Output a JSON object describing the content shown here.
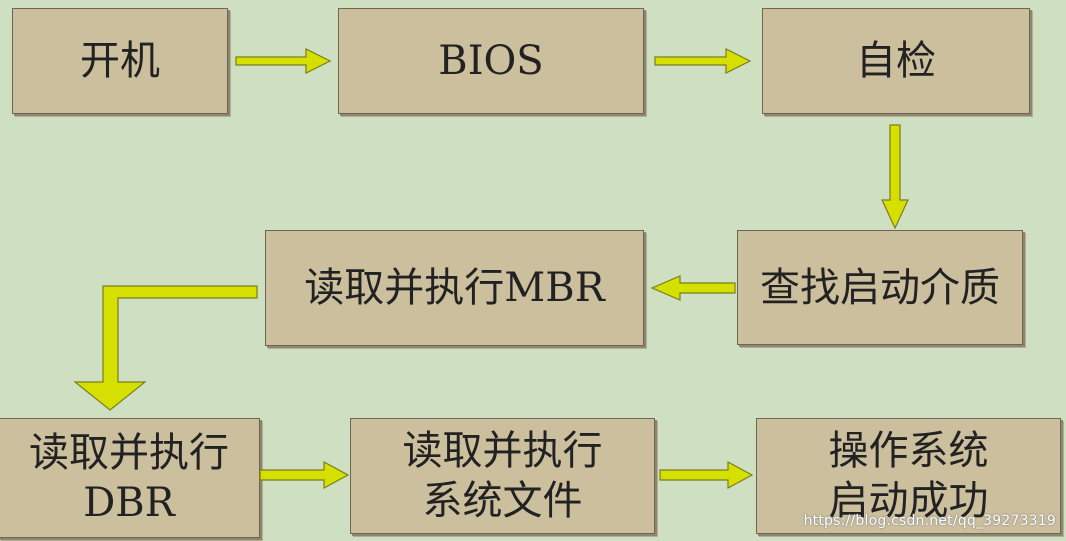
{
  "nodes": {
    "power_on": "开机",
    "bios": "BIOS",
    "self_check": "自检",
    "find_boot_media": "查找启动介质",
    "read_exec_mbr": "读取并执行MBR",
    "read_exec_dbr": "读取并执行\nDBR",
    "read_exec_system_files": "读取并执行\n系统文件",
    "os_boot_success": "操作系统\n启动成功"
  },
  "colors": {
    "background": "#cfdfc2",
    "box_fill": "#cbbf9d",
    "box_border": "#6d6650",
    "arrow_fill": "#d6e000",
    "arrow_stroke": "#7a7d1f"
  },
  "watermark": "https://blog.csdn.net/qq_39273319"
}
